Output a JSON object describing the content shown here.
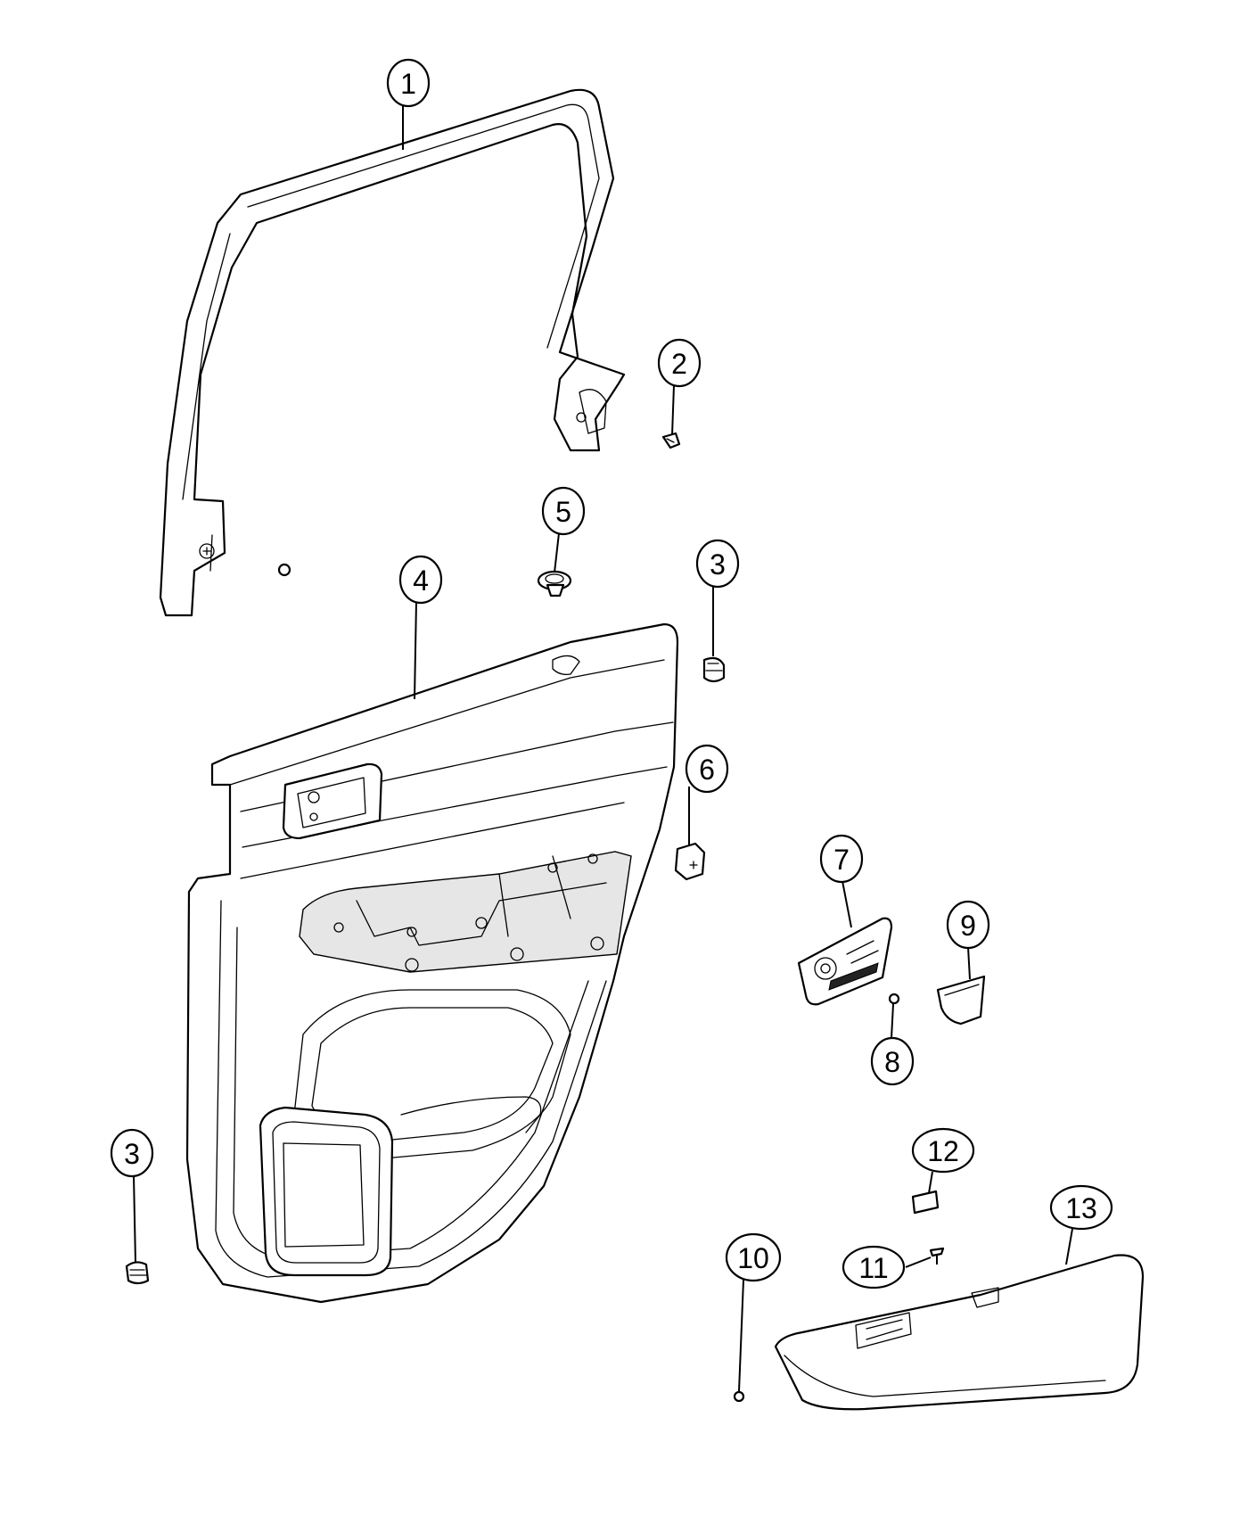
{
  "callouts": [
    {
      "id": "1",
      "label": "1"
    },
    {
      "id": "2",
      "label": "2"
    },
    {
      "id": "3a",
      "label": "3"
    },
    {
      "id": "3b",
      "label": "3"
    },
    {
      "id": "4",
      "label": "4"
    },
    {
      "id": "5",
      "label": "5"
    },
    {
      "id": "6",
      "label": "6"
    },
    {
      "id": "7",
      "label": "7"
    },
    {
      "id": "8",
      "label": "8"
    },
    {
      "id": "9",
      "label": "9"
    },
    {
      "id": "10",
      "label": "10"
    },
    {
      "id": "11",
      "label": "11"
    },
    {
      "id": "12",
      "label": "12"
    },
    {
      "id": "13",
      "label": "13"
    }
  ]
}
